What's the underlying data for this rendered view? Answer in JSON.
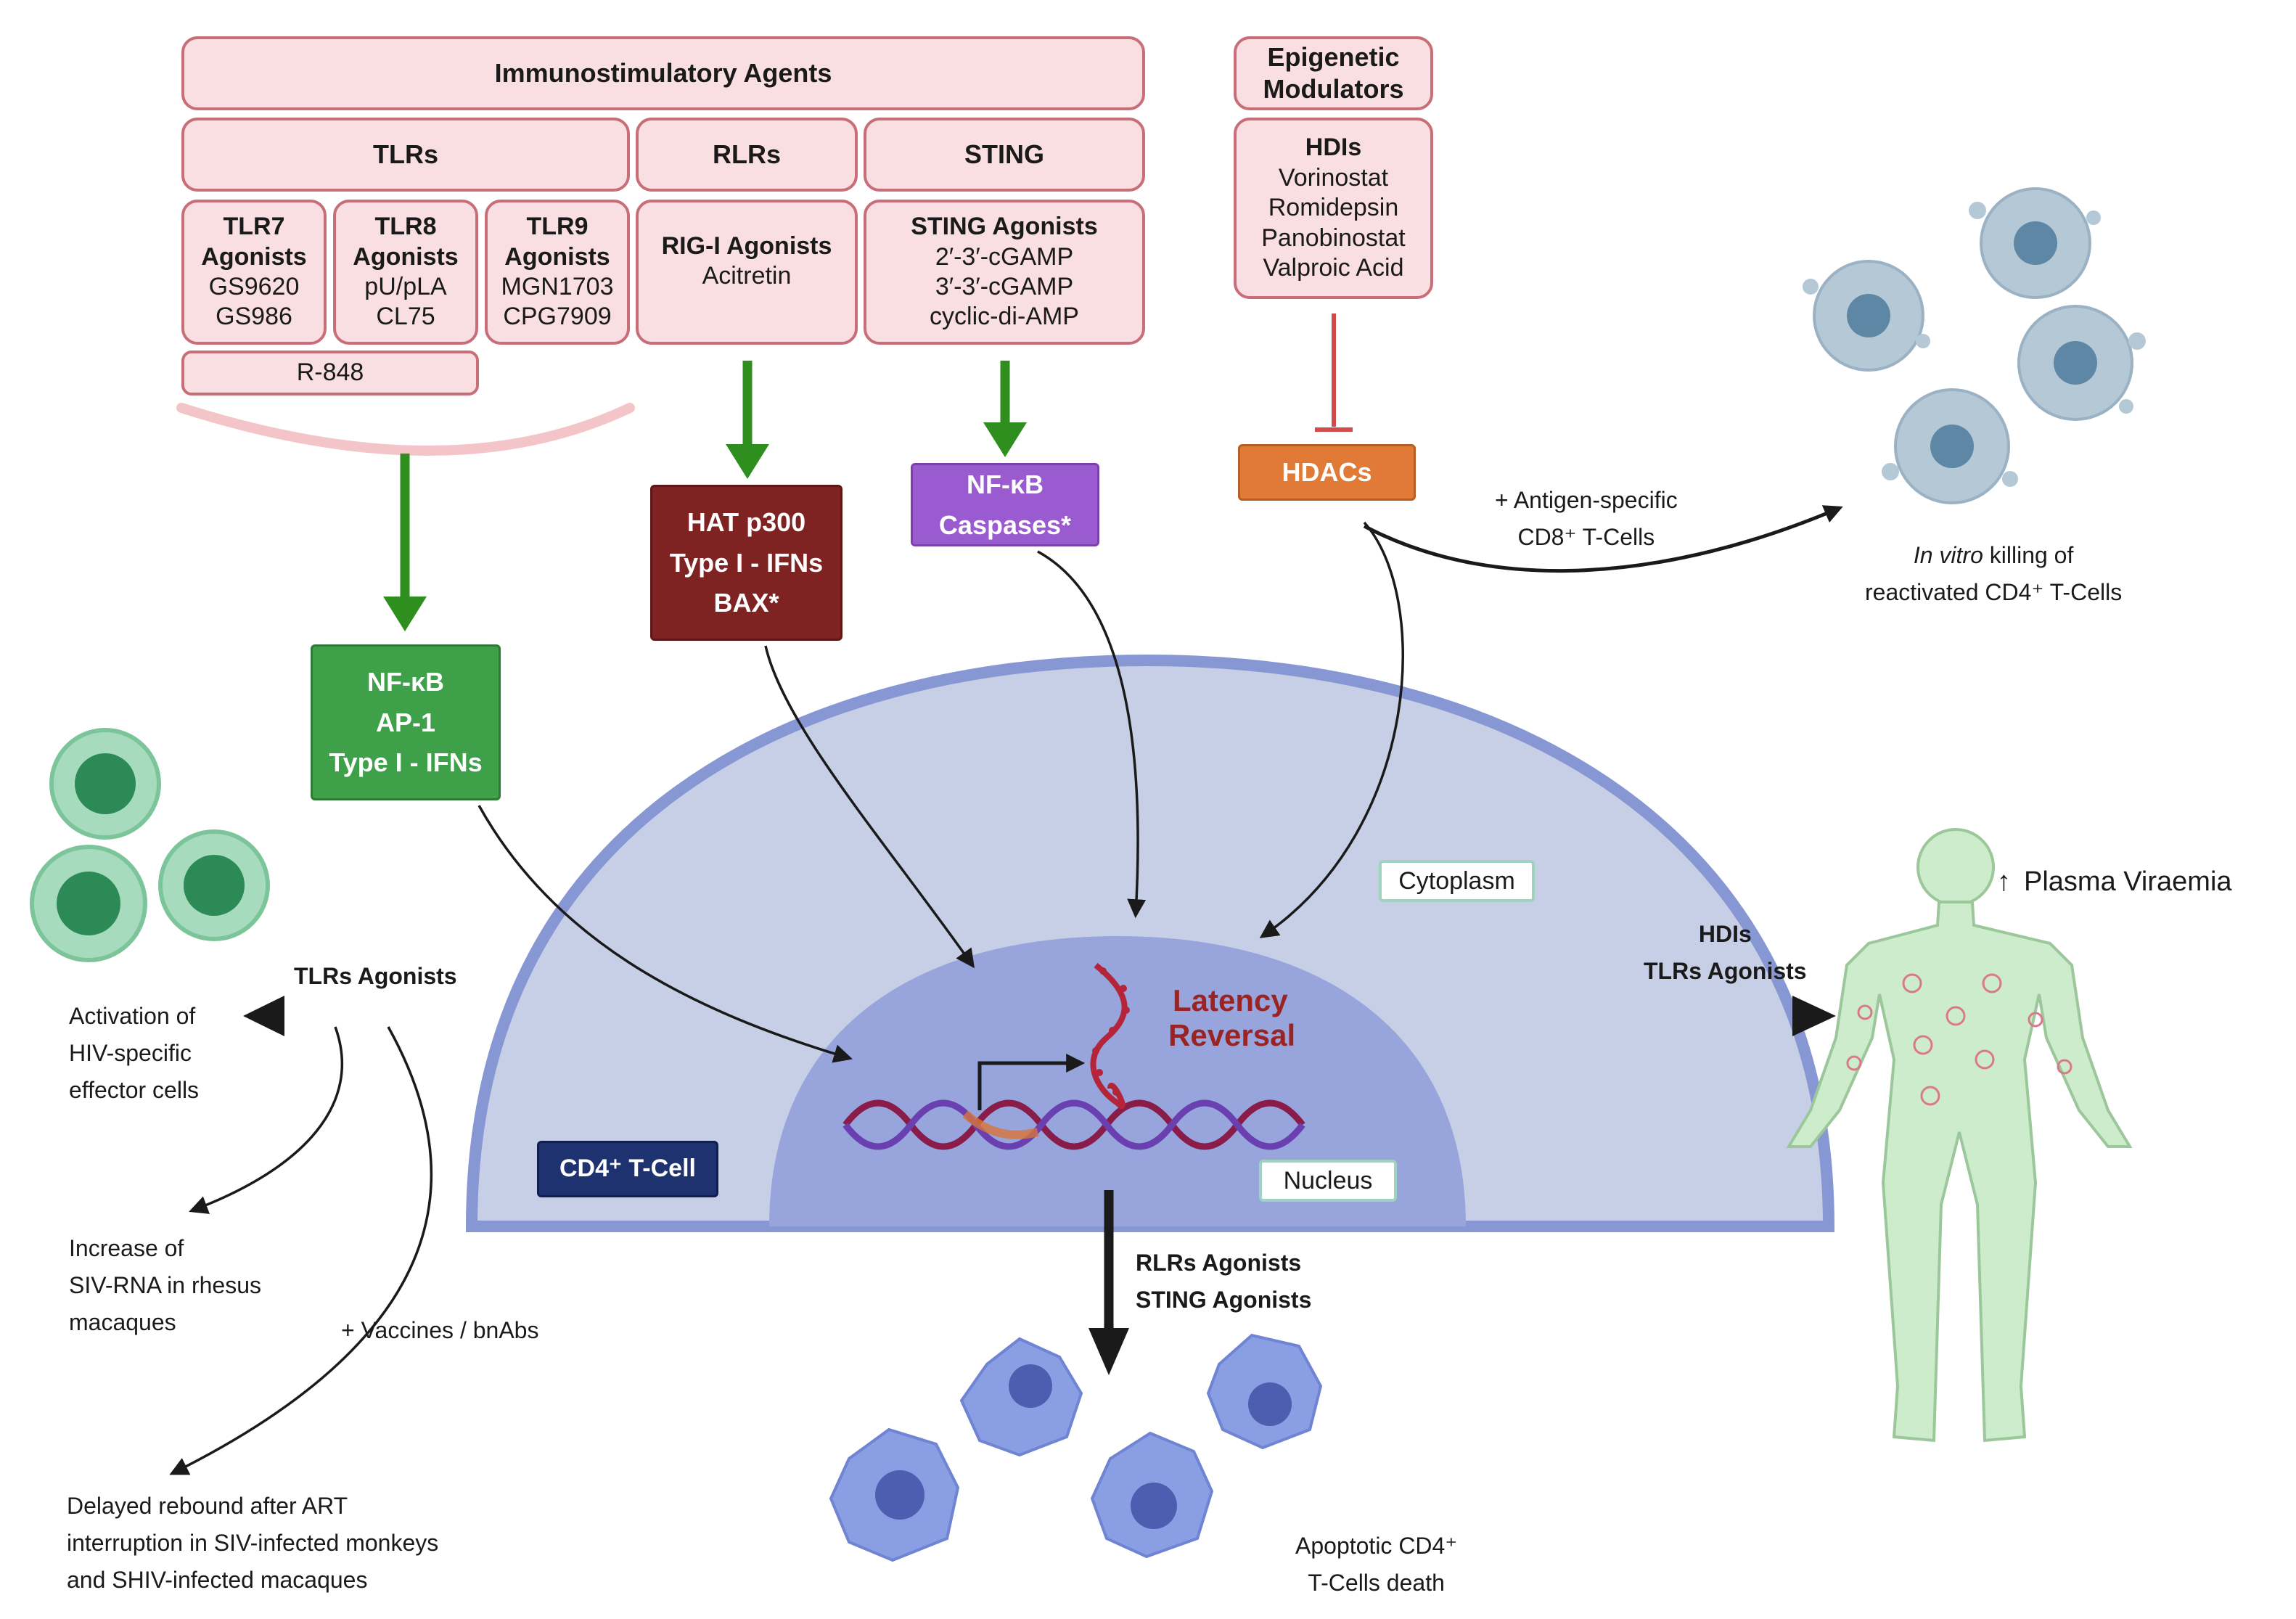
{
  "agents": {
    "title": "Immunostimulatory Agents",
    "tlrs": "TLRs",
    "rlrs": "RLRs",
    "sting": "STING",
    "tlr7": {
      "name": "TLR7",
      "sub": "Agonists",
      "items": [
        "GS9620",
        "GS986"
      ]
    },
    "tlr8": {
      "name": "TLR8",
      "sub": "Agonists",
      "items": [
        "pU/pLA",
        "CL75"
      ]
    },
    "tlr9": {
      "name": "TLR9",
      "sub": "Agonists",
      "items": [
        "MGN1703",
        "CPG7909"
      ]
    },
    "r848": "R-848",
    "rigi": {
      "name": "RIG-I Agonists",
      "items": [
        "Acitretin"
      ]
    },
    "sting_agonists": {
      "name": "STING Agonists",
      "items": [
        "2′-3′-cGAMP",
        "3′-3′-cGAMP",
        "cyclic-di-AMP"
      ]
    }
  },
  "epigenetic": {
    "title_line1": "Epigenetic",
    "title_line2": "Modulators",
    "hdis": "HDIs",
    "items": [
      "Vorinostat",
      "Romidepsin",
      "Panobinostat",
      "Valproic Acid"
    ]
  },
  "effectors": {
    "tlr": [
      "NF-κB",
      "AP-1",
      "Type I - IFNs"
    ],
    "rlr": [
      "HAT p300",
      "Type I - IFNs",
      "BAX*"
    ],
    "sting": [
      "NF-κB",
      "Caspases*"
    ],
    "hdac": "HDACs"
  },
  "cell": {
    "cytoplasm": "Cytoplasm",
    "nucleus": "Nucleus",
    "cd4_label": "CD4⁺ T-Cell",
    "latency_line1": "Latency",
    "latency_line2": "Reversal"
  },
  "outcomes": {
    "cd8_line1": "+ Antigen-specific",
    "cd8_line2": "CD8⁺ T-Cells",
    "invitro_em": "In vitro",
    "invitro_rest": " killing of",
    "invitro_line2": "reactivated CD4⁺ T-Cells",
    "tlrs_agonists": "TLRs Agonists",
    "activation": [
      "Activation of",
      "HIV-specific",
      "effector cells"
    ],
    "increase": [
      "Increase of",
      "SIV-RNA in rhesus",
      "macaques"
    ],
    "vaccines": "+ Vaccines / bnAbs",
    "delayed": [
      "Delayed rebound after ART",
      "interruption in SIV-infected monkeys",
      "and SHIV-infected macaques"
    ],
    "right_arrow": [
      "HDIs",
      "TLRs Agonists"
    ],
    "plasma_arrow": "↑",
    "plasma": "Plasma Viraemia",
    "down_arrow": [
      "RLRs Agonists",
      "STING Agonists"
    ],
    "apoptotic": [
      "Apoptotic CD4⁺",
      "T-Cells death"
    ]
  },
  "colors": {
    "pink_fill": "#f9dfe1",
    "pink_border": "#c76e78",
    "green_tag": "#3fa04a",
    "maroon_tag": "#7e2222",
    "purple_tag": "#9a5bd0",
    "orange_tag": "#e07a36",
    "navy": "#1f3270",
    "arrow_green": "#2f8f1e",
    "inhibit_red": "#d24a4a",
    "cytoplasm": "#c7cfe6",
    "nucleus": "#97a5dc",
    "latency_text": "#9a2424"
  }
}
